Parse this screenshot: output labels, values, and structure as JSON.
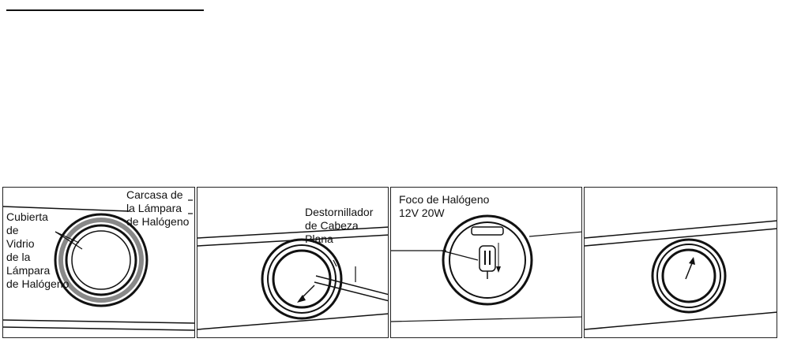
{
  "panels": [
    {
      "labels": {
        "housing": [
          "Carcasa de",
          "la Lámpara",
          "de Halógeno"
        ],
        "cover": [
          "Cubierta",
          "de",
          "Vidrio",
          "de la",
          "Lámpara",
          "de Halógeno"
        ]
      }
    },
    {
      "labels": {
        "screwdriver": [
          "Destornillador",
          "de Cabeza",
          "Plana"
        ]
      }
    },
    {
      "labels": {
        "bulb": [
          "Foco de Halógeno",
          "12V 20W"
        ]
      }
    },
    {
      "labels": {}
    }
  ],
  "colors": {
    "line": "#111111",
    "background": "#ffffff"
  }
}
